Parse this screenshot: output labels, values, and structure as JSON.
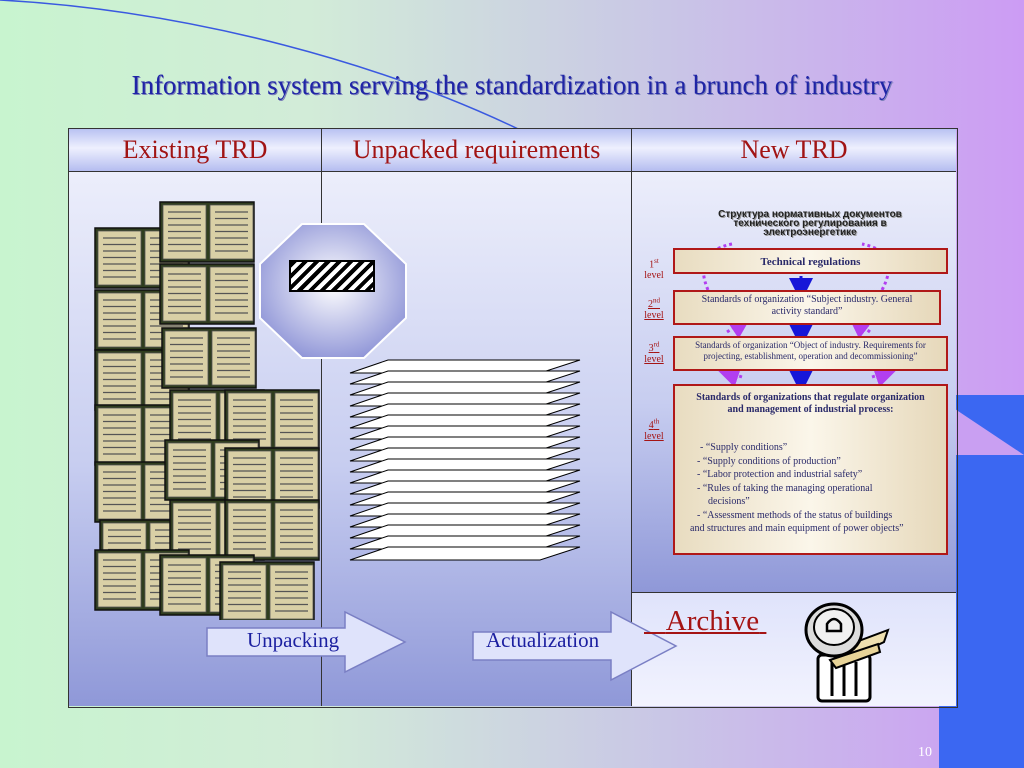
{
  "slide": {
    "title": "Information system serving the standardization in a brunch of industry",
    "page_number": "10"
  },
  "table": {
    "headers": [
      "Existing TRD",
      "Unpacked requirements",
      "New TRD"
    ]
  },
  "arrows": {
    "unpacking": "Unpacking",
    "actualization": "Actualization"
  },
  "new_trd": {
    "russian_title_line1": "Структура нормативных документов",
    "russian_title_line2": "технического регулирования в",
    "russian_title_line3": "электроэнергетике",
    "levels": [
      {
        "num": "1",
        "sup": "st",
        "word": "level",
        "text": "Technical regulations"
      },
      {
        "num": "2",
        "sup": "nd",
        "word": "level",
        "text": "Standards of organization “Subject industry. General activity standard”"
      },
      {
        "num": "3",
        "sup": "rd",
        "word": "level",
        "text": "Standards of organization “Object of industry. Requirements for projecting, establishment, operation and decommissioning”"
      },
      {
        "num": "4",
        "sup": "th",
        "word": "level",
        "text": "Standards of organizations that regulate organization and management of industrial process:"
      }
    ],
    "level4_items": [
      "- “Supply conditions”",
      "- “Supply conditions of production”",
      "- “Labor protection and industrial safety”",
      "- “Rules of taking the managing operational",
      "decisions”",
      "- “Assessment methods of the status of buildings",
      "and structures  and main equipment of power objects”"
    ]
  },
  "archive": {
    "label": "Archive"
  },
  "colors": {
    "title": "#1f24a6",
    "header_text": "#a11414",
    "level_text": "#a51414",
    "box_border": "#b01818",
    "arrow_fill": "#dfe3fb",
    "accent_blue": "#3b67f2"
  },
  "icons": [
    "book-stack-icon",
    "octagon-icon",
    "hatched-bar-icon",
    "sheet-stack-icon",
    "trash-can-icon"
  ]
}
